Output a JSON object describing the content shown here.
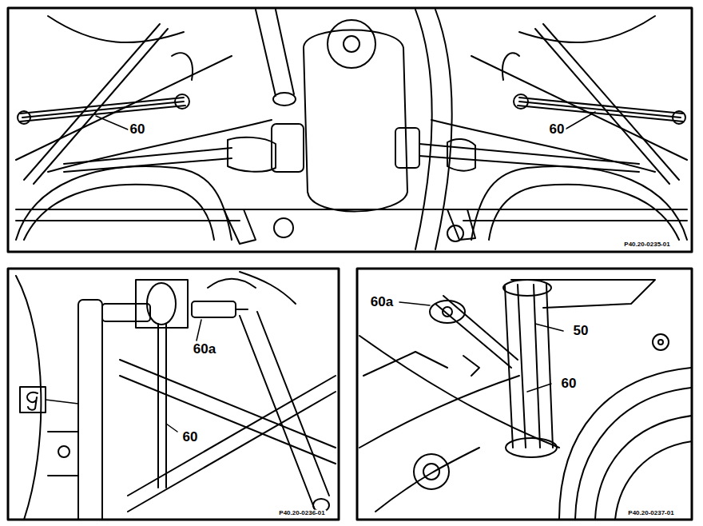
{
  "diagram": {
    "labels": [
      "60",
      "60",
      "P40.20-0235-01",
      "60a",
      "60",
      "P40.20-0236-01",
      "60a",
      "50",
      "60",
      "P40.20-0237-01"
    ]
  }
}
